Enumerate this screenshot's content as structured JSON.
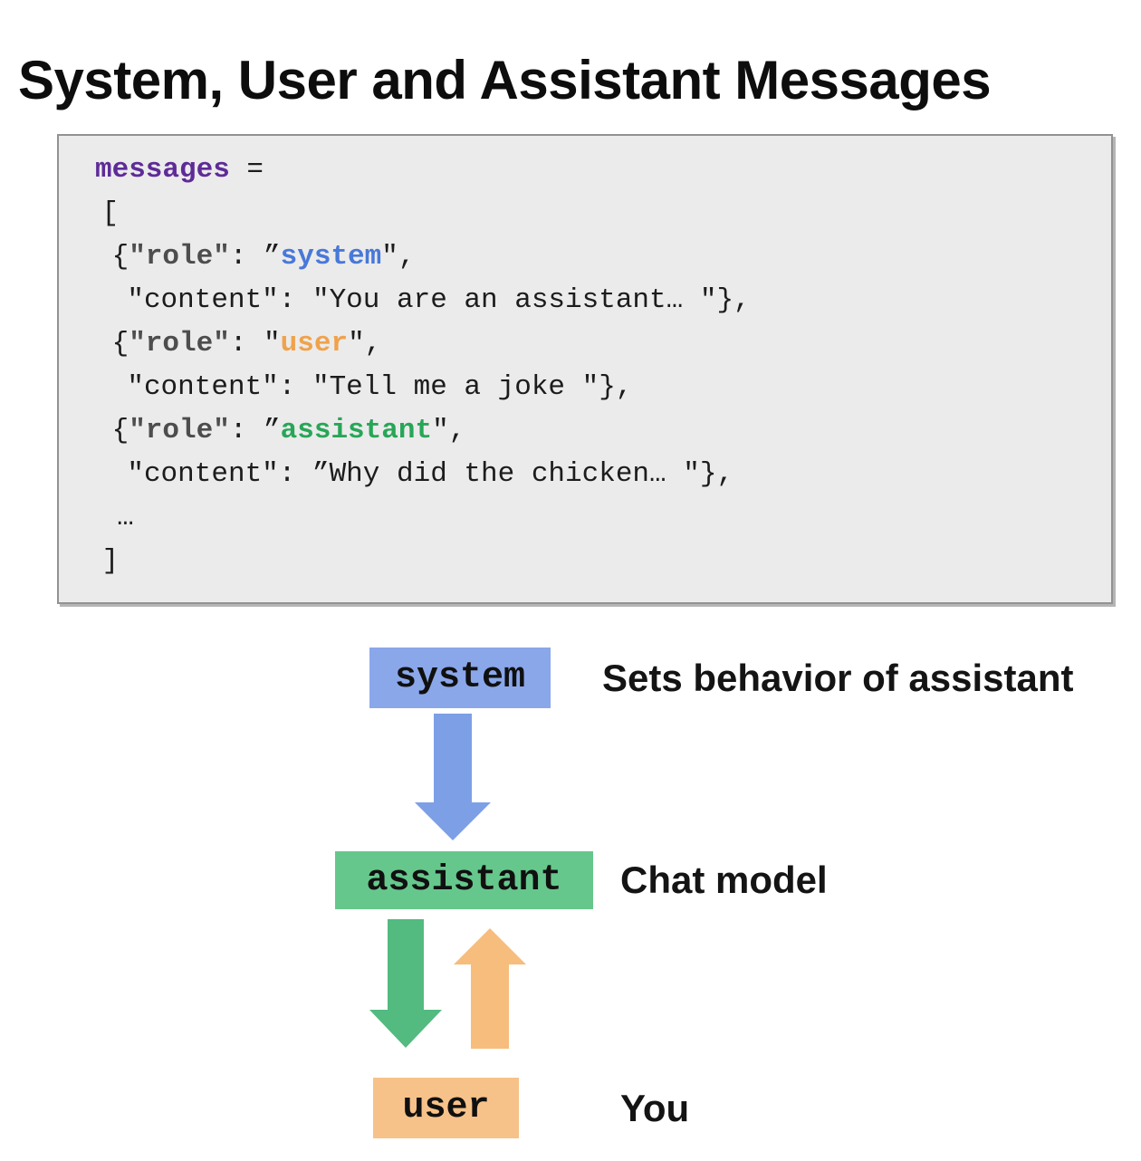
{
  "title": "System, User and Assistant Messages",
  "colors": {
    "code_box_bg": "#ebebeb",
    "code_box_border": "#929292",
    "code": {
      "plain": "#1c1c1c",
      "keyword": "#5e2b97",
      "key": "#4d4d4d",
      "system": "#4878d8",
      "user": "#f0a24b",
      "assistant": "#27a657"
    },
    "system_box": "#8aa7ea",
    "system_arrow": "#7d9fe6",
    "assistant_box": "#66c78c",
    "assistant_arrow": "#53ba80",
    "user_box": "#f7c289",
    "user_arrow": "#f6bd7d"
  },
  "code": {
    "lines": [
      {
        "indent": 0,
        "segments": [
          {
            "text": "messages",
            "style": "keyword",
            "bold": true
          },
          {
            "text": " =",
            "style": "plain"
          }
        ]
      },
      {
        "indent": 0.4,
        "segments": [
          {
            "text": "[",
            "style": "plain"
          }
        ]
      },
      {
        "indent": 1,
        "segments": [
          {
            "text": "{",
            "style": "plain"
          },
          {
            "text": "\"role\"",
            "style": "key",
            "bold": true
          },
          {
            "text": ": ”",
            "style": "plain"
          },
          {
            "text": "system",
            "style": "system",
            "bold": true
          },
          {
            "text": "\",",
            "style": "plain"
          }
        ]
      },
      {
        "indent": 1.9,
        "segments": [
          {
            "text": "\"content\": \"You are an assistant… \"},",
            "style": "plain"
          }
        ]
      },
      {
        "indent": 1,
        "segments": [
          {
            "text": "{",
            "style": "plain"
          },
          {
            "text": "\"role\"",
            "style": "key",
            "bold": true
          },
          {
            "text": ": \"",
            "style": "plain"
          },
          {
            "text": "user",
            "style": "user",
            "bold": true
          },
          {
            "text": "\",",
            "style": "plain"
          }
        ]
      },
      {
        "indent": 1.9,
        "segments": [
          {
            "text": "\"content\": \"Tell me a joke \"},",
            "style": "plain"
          }
        ]
      },
      {
        "indent": 1,
        "segments": [
          {
            "text": "{",
            "style": "plain"
          },
          {
            "text": "\"role\"",
            "style": "key",
            "bold": true
          },
          {
            "text": ": ”",
            "style": "plain"
          },
          {
            "text": "assistant",
            "style": "assistant",
            "bold": true
          },
          {
            "text": "\",",
            "style": "plain"
          }
        ]
      },
      {
        "indent": 1.9,
        "segments": [
          {
            "text": "\"content\": ”Why did the chicken… \"},",
            "style": "plain"
          }
        ]
      },
      {
        "indent": 1.3,
        "segments": [
          {
            "text": "…",
            "style": "plain"
          }
        ]
      },
      {
        "indent": 0.4,
        "segments": [
          {
            "text": "]",
            "style": "plain"
          }
        ]
      }
    ]
  },
  "diagram": {
    "nodes": [
      {
        "id": "system",
        "label": "system",
        "description": "Sets behavior of assistant"
      },
      {
        "id": "assistant",
        "label": "assistant",
        "description": "Chat model"
      },
      {
        "id": "user",
        "label": "user",
        "description": "You"
      }
    ]
  }
}
